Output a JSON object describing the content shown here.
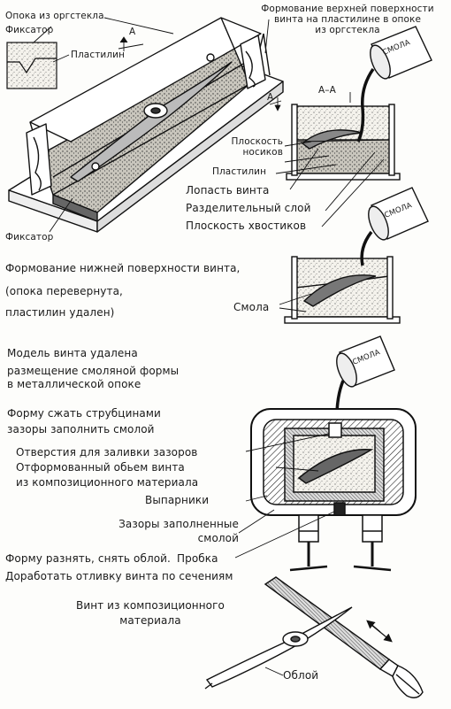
{
  "labels": {
    "opoka": "Опока из оргстекла",
    "fiksator_top": "Фиксатор",
    "plastilin_top": "Пластилин",
    "arrow_a_top": "А",
    "molding_top": "Формование верхней поверхности\nвинта на пластилине в опоке\nиз оргстекла",
    "section_aa": "А–А",
    "arrow_a_side": "А",
    "resin1": "СМОЛА",
    "ploskost_noskov": "Плоскость\nносиков",
    "plastilin_mid": "Пластилин",
    "lopast": "Лопасть винта",
    "razdelitelny": "Разделительный слой",
    "ploskost_hvost": "Плоскость хвостиков",
    "fiksator_bottom": "Фиксатор",
    "resin2": "СМОЛА",
    "molding_bottom": "Формование нижней поверхности винта,",
    "opoka_flipped": "(опока перевернута,",
    "plastilin_removed": "пластилин удален)",
    "smola": "Смола",
    "model_removed": "Модель винта удалена",
    "placement": "размещение смоляной формы\nв металлической опоке",
    "resin3": "СМОЛА",
    "squeeze": "Форму сжать струбцинами\nзазоры заполнить смолой",
    "holes": "Отверстия для заливки зазоров",
    "volume": "Отформованный обьем винта\nиз композиционного материала",
    "vyparniki": "Выпарники",
    "gaps": "Зазоры заполненные\nсмолой",
    "probka": "Пробка",
    "separate": "Форму разнять, снять облой.",
    "finish": "Доработать отливку винта по сечениям",
    "composite": "Винт из композиционного\nматериала",
    "obloy": "Облой"
  }
}
